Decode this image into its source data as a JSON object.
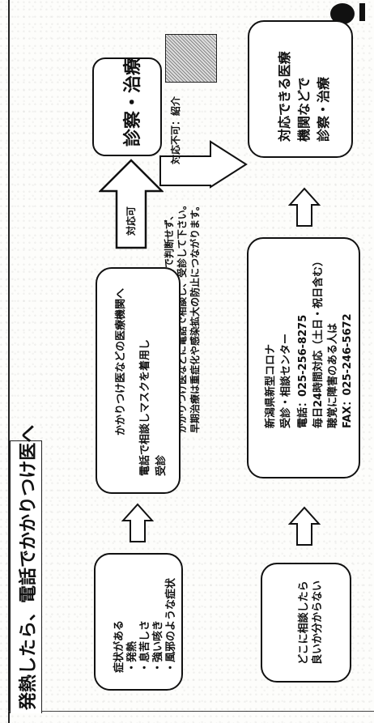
{
  "title": "発熱したら、電話でかかりつけ医へ",
  "notice": [
    "発熱などの体調不良があるときは自分で判断せず、",
    "かかりつけ医などに電話で相談し、受診して下さい。",
    "早期治療は重症化や感染拡大の防止につながります。"
  ],
  "upper_flow": {
    "symptoms": {
      "heading": "症状がある",
      "items": [
        "・発熱",
        "・息苦しさ",
        "・強い咳き",
        "・風邪のような症状"
      ]
    },
    "clinic": [
      "かかりつけ医などの医療機関へ",
      "電話で相談しマスクを着用し",
      "受診"
    ],
    "arrow_label": "対応可",
    "result": "診察・治療"
  },
  "lower_flow": {
    "unsure": [
      "どこに相談したら",
      "良いか分からない"
    ],
    "center": [
      "新潟県新型コロナ",
      "受診・相談センター",
      "電話：025-256-8275",
      "毎日24時間対応（土日・祝日含む）",
      "聴覚に障害のある人は",
      "FAX：025-246-5672"
    ],
    "arrow_label": "対応不可：紹介",
    "result": [
      "対応できる医療",
      "機関などで",
      "診察・治療"
    ]
  }
}
